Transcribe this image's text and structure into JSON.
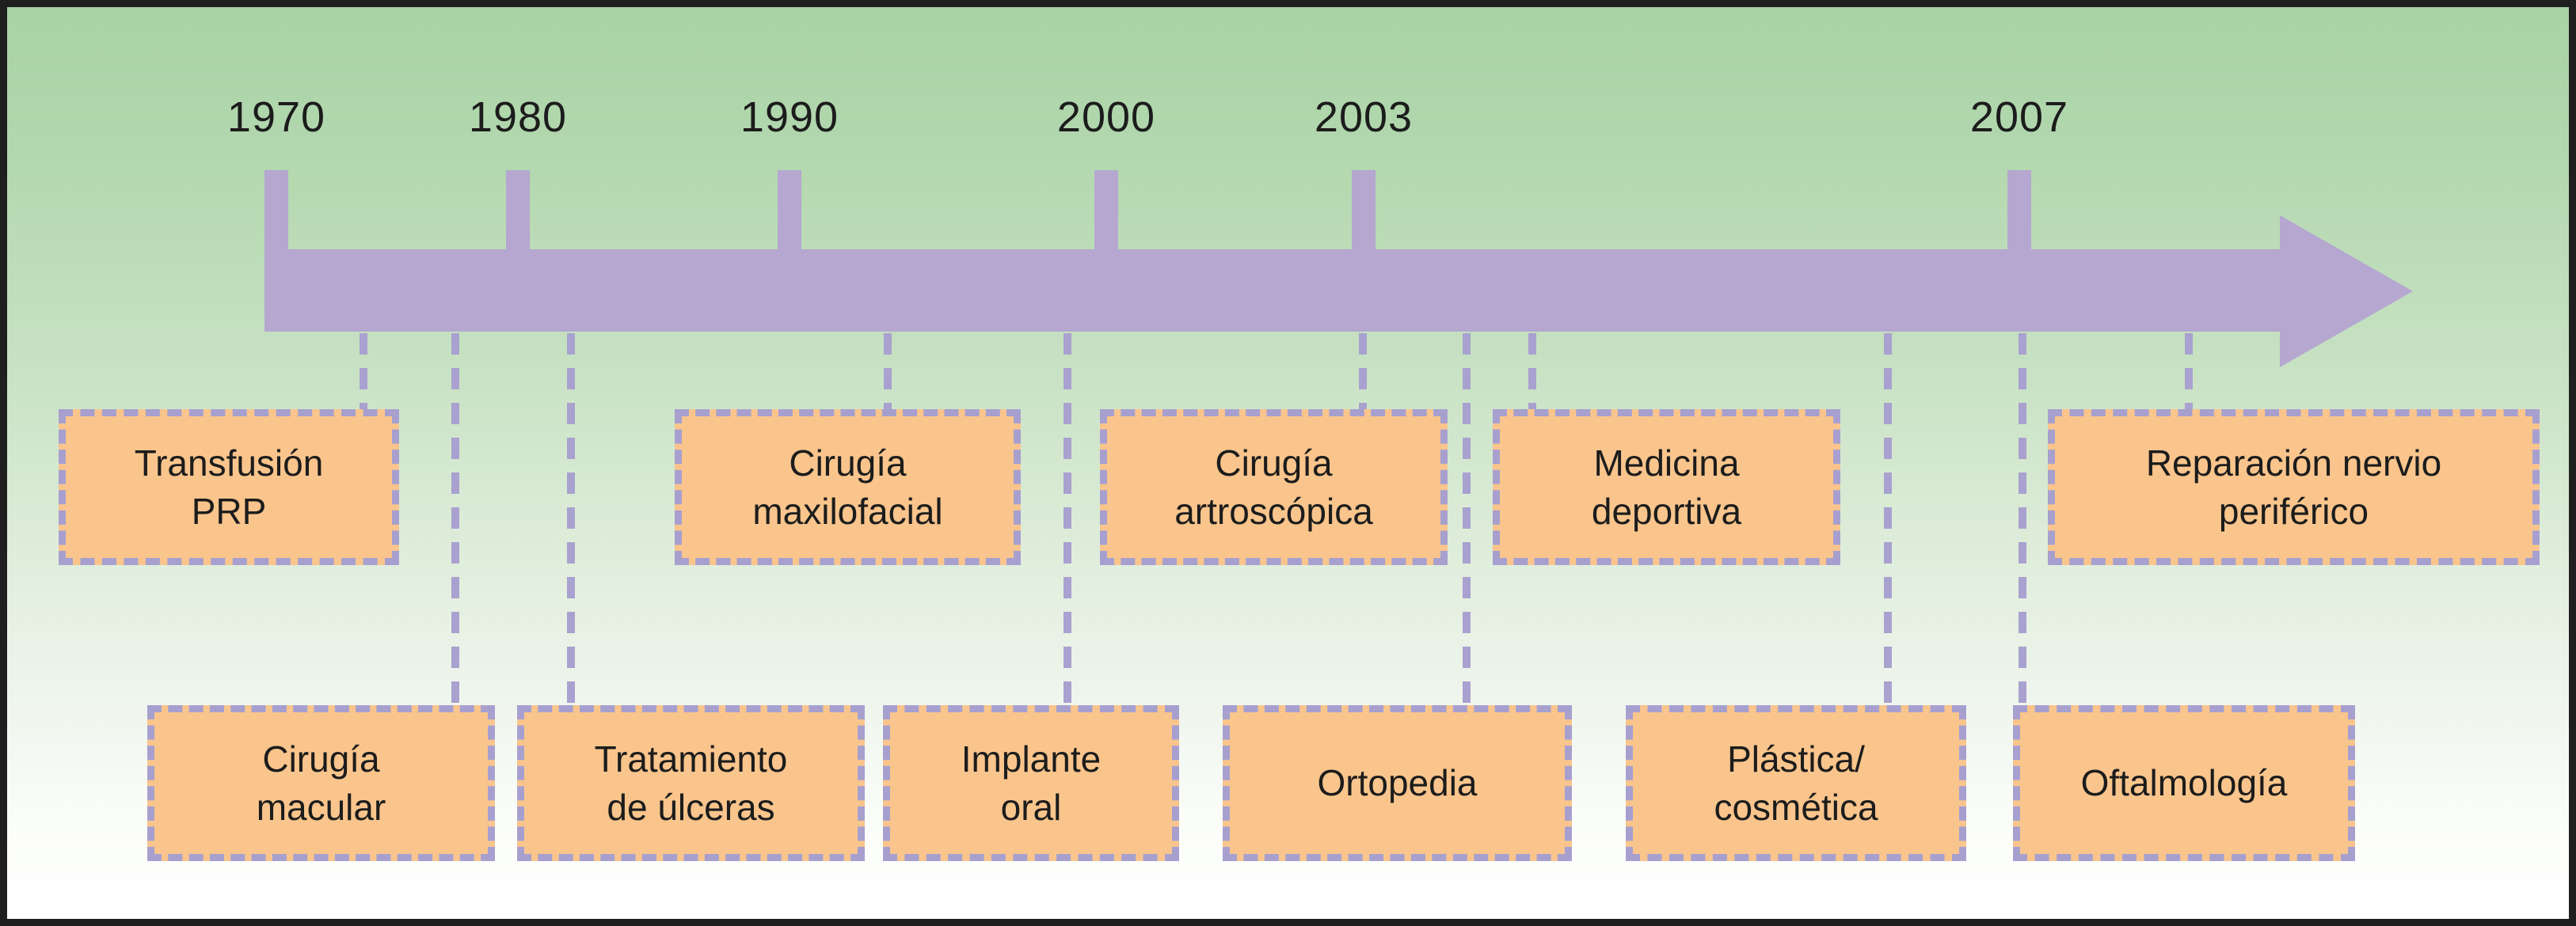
{
  "diagram": {
    "type": "timeline",
    "language": "es",
    "subject": "Aplicaciones clínicas del PRP a lo largo del tiempo"
  },
  "colors": {
    "background_top": "#a8d2a5",
    "background_bottom": "#ffffff",
    "arrow": "#b5a7d0",
    "connector": "#a9a1cf",
    "box_fill": "#f9c58c",
    "box_border": "#a7a0cf",
    "text": "#1c1c1c",
    "frame": "#1f1f1f"
  },
  "years": [
    {
      "label": "1970"
    },
    {
      "label": "1980"
    },
    {
      "label": "1990"
    },
    {
      "label": "2000"
    },
    {
      "label": "2003"
    },
    {
      "label": "2007"
    }
  ],
  "boxes": {
    "top": [
      {
        "label": "Transfusión\nPRP"
      },
      {
        "label": "Cirugía\nmaxilofacial"
      },
      {
        "label": "Cirugía\nartroscópica"
      },
      {
        "label": "Medicina\ndeportiva"
      },
      {
        "label": "Reparación nervio\nperiférico"
      }
    ],
    "bottom": [
      {
        "label": "Cirugía\nmacular"
      },
      {
        "label": "Tratamiento\nde úlceras"
      },
      {
        "label": "Implante\noral"
      },
      {
        "label": "Ortopedia"
      },
      {
        "label": "Plástica/\ncosmética"
      },
      {
        "label": "Oftalmología"
      }
    ]
  }
}
